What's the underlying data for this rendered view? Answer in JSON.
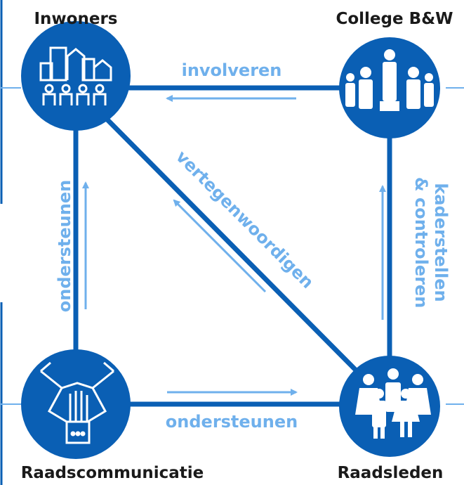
{
  "colors": {
    "node_fill": "#0a5fb4",
    "edge_line": "#0a5fb4",
    "arrow": "#6fb0ec",
    "label_text": "#1a1a1a",
    "edge_text": "#6fb0ec",
    "icon": "#ffffff"
  },
  "nodes": {
    "inwoners": {
      "label": "Inwoners",
      "icon": "city-people-icon"
    },
    "college": {
      "label": "College B&W",
      "icon": "council-group-icon"
    },
    "raadscommunicatie": {
      "label": "Raadscommunicatie",
      "icon": "joined-hands-icon"
    },
    "raadsleden": {
      "label": "Raadsleden",
      "icon": "group-people-icon"
    }
  },
  "edges": {
    "top": {
      "label": "involveren",
      "direction": "college-to-inwoners"
    },
    "left": {
      "label": "ondersteunen",
      "direction": "raadscommunicatie-to-inwoners"
    },
    "diagonal": {
      "label": "vertegenwoordigen",
      "direction": "raadsleden-to-inwoners"
    },
    "right_line1": "kaderstellen",
    "right_line2": "& controleren",
    "right": {
      "direction": "raadsleden-to-college"
    },
    "bottom": {
      "label": "ondersteunen",
      "direction": "raadscommunicatie-to-raadsleden"
    }
  }
}
